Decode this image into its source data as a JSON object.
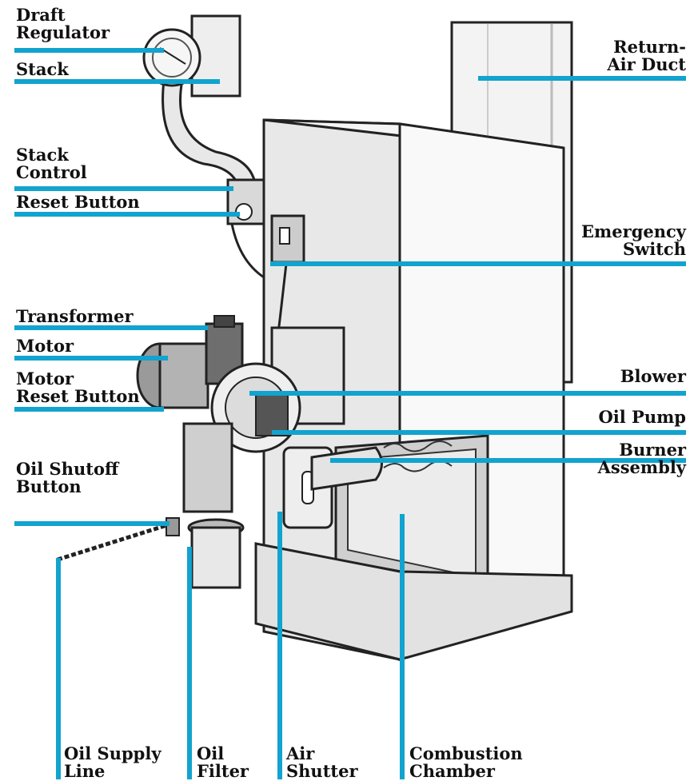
{
  "colors": {
    "leader": "#12a3cf",
    "text": "#111111",
    "ink": "#222222",
    "shade": "#bdbdbd",
    "paper": "#f3f3f3"
  },
  "labels": {
    "draft_regulator": [
      "Draft",
      "Regulator"
    ],
    "stack": "Stack",
    "stack_control": [
      "Stack",
      "Control"
    ],
    "reset_button": "Reset Button",
    "transformer": "Transformer",
    "motor": "Motor",
    "motor_reset_button": [
      "Motor",
      "Reset Button"
    ],
    "oil_shutoff_button": [
      "Oil Shutoff",
      "Button"
    ],
    "return_air_duct": [
      "Return-",
      "Air Duct"
    ],
    "emergency_switch": [
      "Emergency",
      "Switch"
    ],
    "blower": "Blower",
    "oil_pump": "Oil Pump",
    "burner_assembly": [
      "Burner",
      "Assembly"
    ],
    "oil_supply_line": [
      "Oil Supply",
      "Line"
    ],
    "oil_filter": [
      "Oil",
      "Filter"
    ],
    "air_shutter": [
      "Air",
      "Shutter"
    ],
    "combustion_chamber": [
      "Combustion",
      "Chamber"
    ]
  }
}
